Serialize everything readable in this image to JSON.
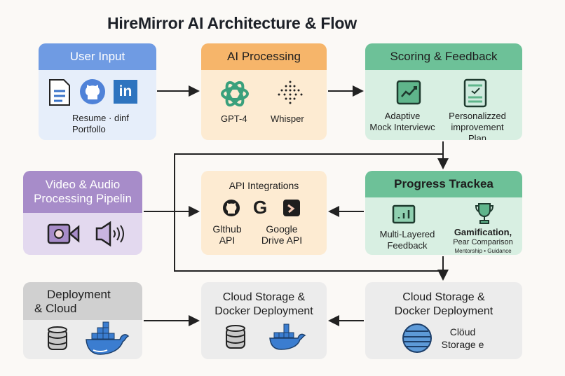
{
  "title": "HireMirror AI Architecture & Flow",
  "user_input": {
    "title": "User Input",
    "caption_line1": "Resume · dinf",
    "caption_line2": "Portfollo",
    "icons": [
      "document-icon",
      "github-icon",
      "linkedin-icon"
    ],
    "header_color": "#6f9be3",
    "body_color": "#e6eefa"
  },
  "ai_processing": {
    "title": "AI Processing",
    "items": [
      "GPT-4",
      "Whisper"
    ],
    "header_color": "#f6b56a",
    "body_color": "#fdebd2"
  },
  "scoring": {
    "title": "Scoring & Feedback",
    "item1": "Adaptive\nMock Interviewc",
    "item1_l1": "Adaptive",
    "item1_l2": "Mock Interviewc",
    "item2_l1": "Personalizzed",
    "item2_l2": "improvement",
    "item2_l3": "Plan",
    "header_color": "#6dc198",
    "body_color": "#d8efe2"
  },
  "video_audio": {
    "title_l1": "Video & Audio",
    "title_l2": "Processing Pipelin",
    "header_color": "#a78cc9",
    "body_color": "#e3d9ef"
  },
  "api": {
    "title": "API Integrations",
    "github_l1": "Glthub",
    "github_l2": "API",
    "google_l1": "Google",
    "google_l2": "Drive API"
  },
  "progress": {
    "title": "Progress Trackea",
    "item1_l1": "Multi-Layered",
    "item1_l2": "Feedback",
    "item2_l1": "Gamification,",
    "item2_l2": "Pear Comparison",
    "item2_l3": "Mentorship • Guidance"
  },
  "deployment": {
    "title_l1": "Deployment",
    "title_l2": "& Cloud"
  },
  "cloud_mid": {
    "title_l1": "Cloud Storage &",
    "title_l2": "Docker Deployment"
  },
  "cloud_right": {
    "title_l1": "Cloud Storage &",
    "title_l2": "Docker Deployment",
    "caption_l1": "Clöud",
    "caption_l2": "Storage e"
  }
}
